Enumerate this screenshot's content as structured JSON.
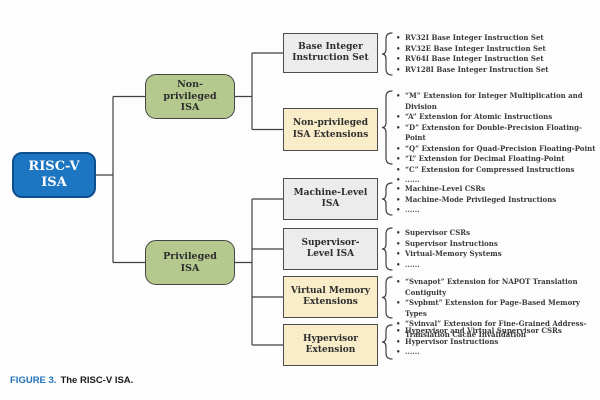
{
  "figure": {
    "caption_label": "FIGURE 3.",
    "caption_text": "The RISC-V ISA."
  },
  "root": {
    "label": "RISC-V ISA"
  },
  "branches": [
    {
      "label": "Non-privileged ISA",
      "children": [
        {
          "label": "Base Integer Instruction Set",
          "style": "plain",
          "bullets": [
            "RV32I Base Integer Instruction Set",
            "RV32E Base Integer Instruction Set",
            "RV64I Base Integer Instruction Set",
            "RV128I Base Integer Instruction Set"
          ]
        },
        {
          "label": "Non-privileged ISA Extensions",
          "style": "highlight",
          "bullets": [
            "“M” Extension for Integer Multiplication and Division",
            "“A” Extension for Atomic Instructions",
            "“D” Extension for Double-Precision Floating-Point",
            "“Q” Extension for Quad-Precision Floating-Point",
            "“L” Extension for Decimal Floating-Point",
            "“C” Extension for Compressed Instructions",
            "......"
          ]
        }
      ]
    },
    {
      "label": "Privileged ISA",
      "children": [
        {
          "label": "Machine-Level ISA",
          "style": "plain",
          "bullets": [
            "Machine-Level CSRs",
            "Machine-Mode Privileged Instructions",
            "......"
          ]
        },
        {
          "label": "Supervisor-Level ISA",
          "style": "plain",
          "bullets": [
            "Supervisor CSRs",
            "Supervisor Instructions",
            "Virtual-Memory Systems",
            "......"
          ]
        },
        {
          "label": "Virtual Memory Extensions",
          "style": "highlight",
          "bullets": [
            "“Svnapot” Extension for NAPOT Translation Contiguity",
            "“Svpbmt” Extension for Page-Based Memory Types",
            "“Svinval” Extension for Fine-Grained Address-Translation Cache Invalidation"
          ]
        },
        {
          "label": "Hypervisor Extension",
          "style": "highlight",
          "bullets": [
            "Hypervisor and Virtual Supervisor CSRs",
            "Hypervisor Instructions",
            "......"
          ]
        }
      ]
    }
  ],
  "colors": {
    "root_fill": "#1d76c1",
    "root_border": "#0f4e8f",
    "branch_fill": "#b5c98e",
    "plain_fill": "#ececec",
    "highlight_fill": "#f9edc9",
    "line": "#404040",
    "caption_accent": "#2272b9"
  }
}
